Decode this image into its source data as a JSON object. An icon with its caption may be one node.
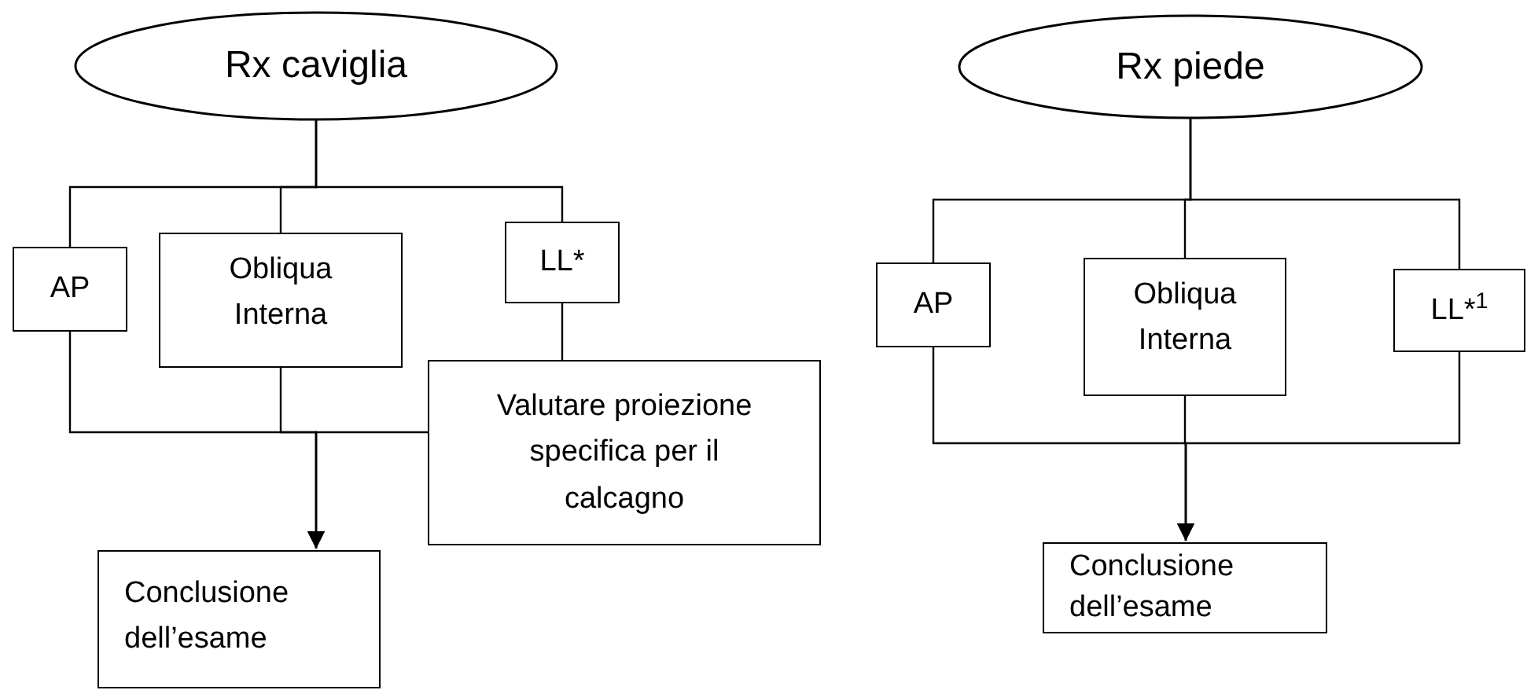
{
  "diagram": {
    "nodes": [
      {
        "text": [
          "Rx caviglia"
        ]
      },
      {
        "text": [
          "AP"
        ]
      },
      {
        "text": [
          "Obliqua Interna"
        ]
      },
      {
        "text": [
          "LL*"
        ]
      },
      {
        "text": [
          "Valutare proiezione specifica per il calcagno"
        ]
      },
      {
        "text": [
          "Conclusione dell’esame"
        ]
      },
      {
        "text": [
          "Rx piede"
        ]
      },
      {
        "text": [
          "AP"
        ]
      },
      {
        "text": [
          "Obliqua Interna"
        ]
      },
      {
        "text": [
          "LL*$^{1}$"
        ]
      },
      {
        "text": [
          "Conclusione dell’esame"
        ]
      }
    ],
    "edges": [
      {
        "from": 0,
        "to": 1,
        "arrow": "none"
      },
      {
        "from": 0,
        "to": 2,
        "arrow": "none"
      },
      {
        "from": 0,
        "to": 3,
        "arrow": "none"
      },
      {
        "from": 3,
        "to": 4,
        "arrow": "none"
      },
      {
        "from": 1,
        "to": 5,
        "arrow": "to"
      },
      {
        "from": 2,
        "to": 5,
        "arrow": "to"
      },
      {
        "from": 4,
        "to": 5,
        "arrow": "to"
      },
      {
        "from": 6,
        "to": 7,
        "arrow": "none"
      },
      {
        "from": 6,
        "to": 8,
        "arrow": "none"
      },
      {
        "from": 6,
        "to": 9,
        "arrow": "none"
      },
      {
        "from": 7,
        "to": 10,
        "arrow": "to"
      },
      {
        "from": 8,
        "to": 10,
        "arrow": "to"
      },
      {
        "from": 9,
        "to": 10,
        "arrow": "to"
      }
    ]
  }
}
